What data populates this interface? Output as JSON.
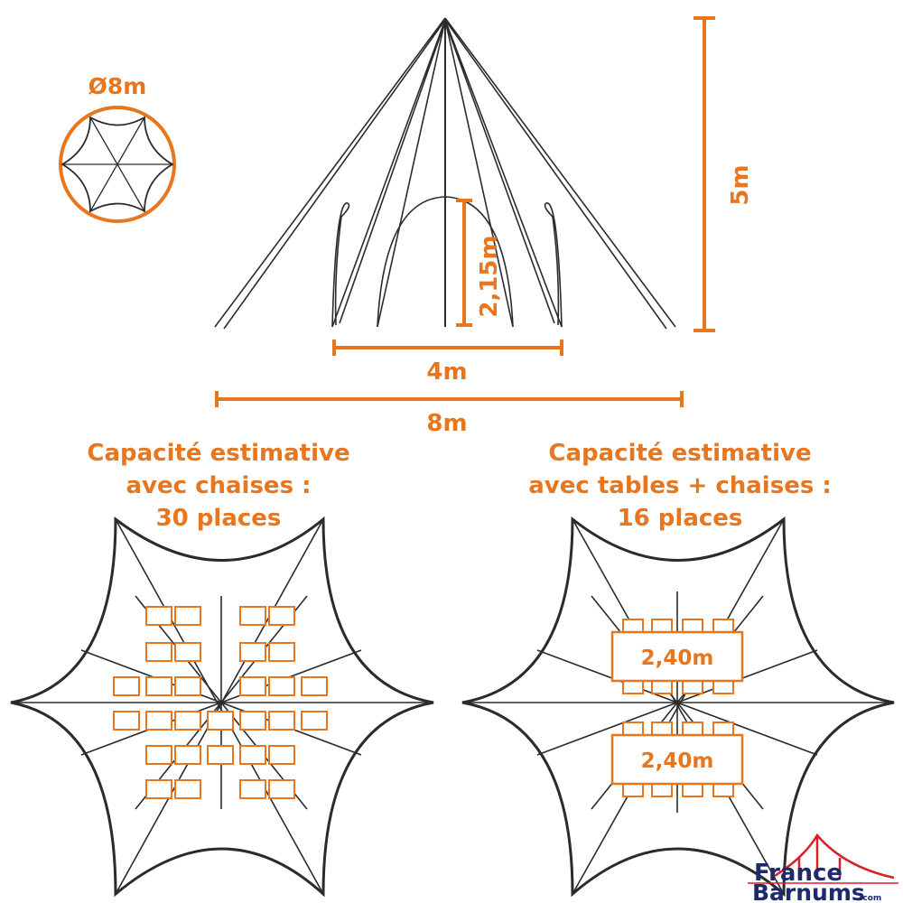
{
  "colors": {
    "accent": "#e8761f",
    "line": "#2b2b2b",
    "logo_blue": "#1f2a6b",
    "logo_red": "#d6202a"
  },
  "top_view": {
    "diameter_label": "Ø8m"
  },
  "elevation": {
    "height_label": "5m",
    "arch_height_label": "2,15m",
    "arch_width_label": "4m",
    "total_width_label": "8m"
  },
  "capacity_chairs": {
    "line1": "Capacité estimative",
    "line2": "avec chaises :",
    "line3": "30 places",
    "seat_count": 30
  },
  "capacity_tables": {
    "line1": "Capacité estimative",
    "line2": "avec tables + chaises :",
    "line3": "16 places",
    "table1_label": "2,40m",
    "table2_label": "2,40m"
  },
  "logo": {
    "line1": "France",
    "line2": "Barnums",
    "suffix": ".com"
  },
  "icons": {
    "top_view": "tent-top-view-icon",
    "elevation": "tent-elevation-icon",
    "logo_tent": "tent-logo-icon"
  }
}
